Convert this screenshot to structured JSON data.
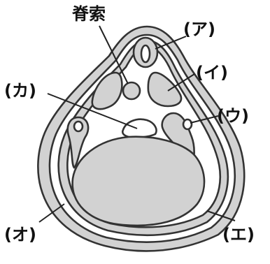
{
  "labels": {
    "notochord": "脊索",
    "a": "(ア)",
    "i": "(イ)",
    "u": "(ウ)",
    "e": "(エ)",
    "o": "(オ)",
    "ka": "(カ)"
  },
  "colors": {
    "tissue_fill": "#d2d2d2",
    "outline": "#333333",
    "background": "#ffffff"
  }
}
